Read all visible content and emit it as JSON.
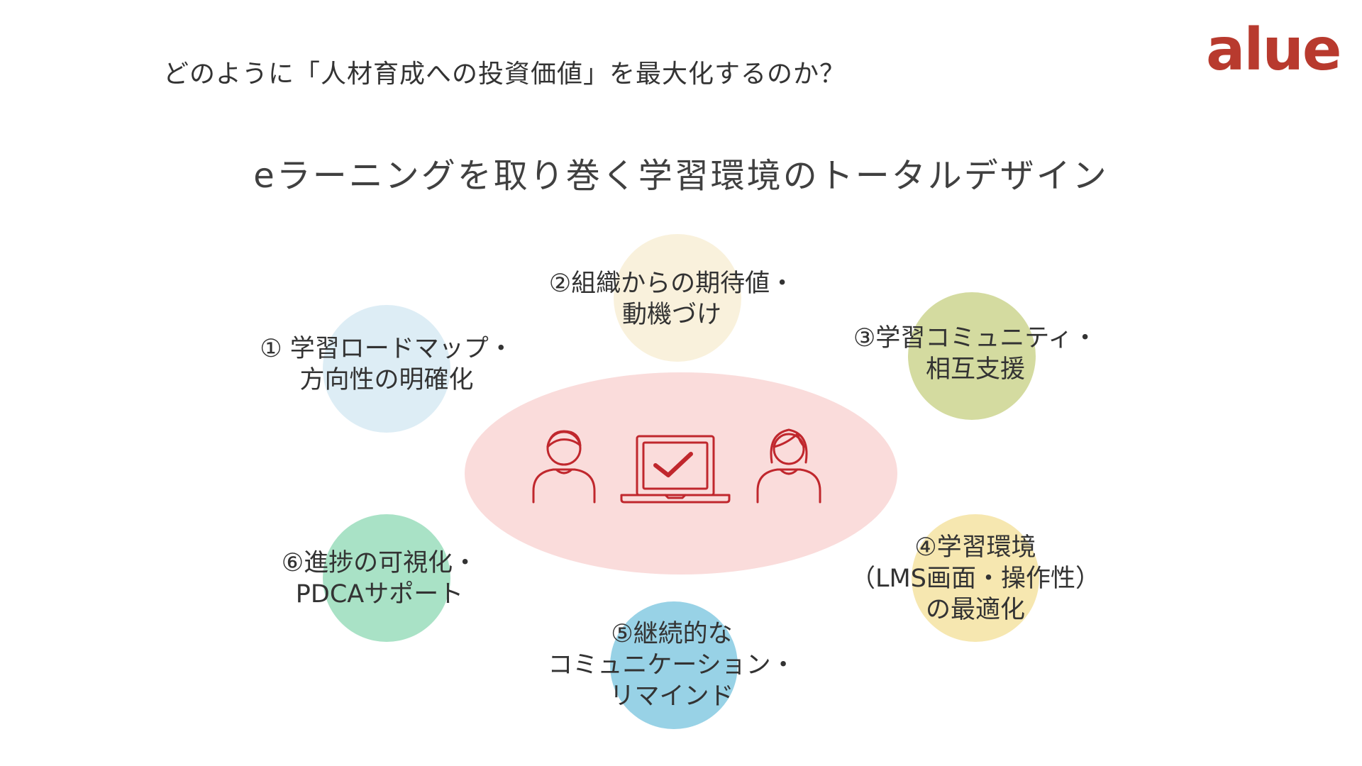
{
  "header": {
    "question": "どのように「人材育成への投資価値」を最大化するのか？",
    "logo_text": "alue",
    "logo_color": "#b83a2e"
  },
  "title": "eラーニングを取り巻く学習環境のトータルデザイン",
  "center": {
    "color": "#fadcdb",
    "icon_color": "#c0272d",
    "icons": [
      "male-learner-icon",
      "laptop-check-icon",
      "female-learner-icon"
    ]
  },
  "elements": [
    {
      "id": "1",
      "lines": [
        "① 学習ロードマップ・",
        "方向性の明確化"
      ],
      "color": "#ddedf5"
    },
    {
      "id": "2",
      "lines": [
        "②組織からの期待値・",
        "動機づけ"
      ],
      "color": "#f9f1dc"
    },
    {
      "id": "3",
      "lines": [
        "③学習コミュニティ・",
        "相互支援"
      ],
      "color": "#d4dba0"
    },
    {
      "id": "4",
      "lines": [
        "④学習環境",
        "（LMS画面・操作性）",
        "の最適化"
      ],
      "color": "#f6e7b0"
    },
    {
      "id": "5",
      "lines": [
        "⑤継続的な",
        "コミュニケーション・",
        "リマインド"
      ],
      "color": "#98d2e6"
    },
    {
      "id": "6",
      "lines": [
        "⑥進捗の可視化・",
        "PDCAサポート"
      ],
      "color": "#a9e2c6"
    }
  ]
}
